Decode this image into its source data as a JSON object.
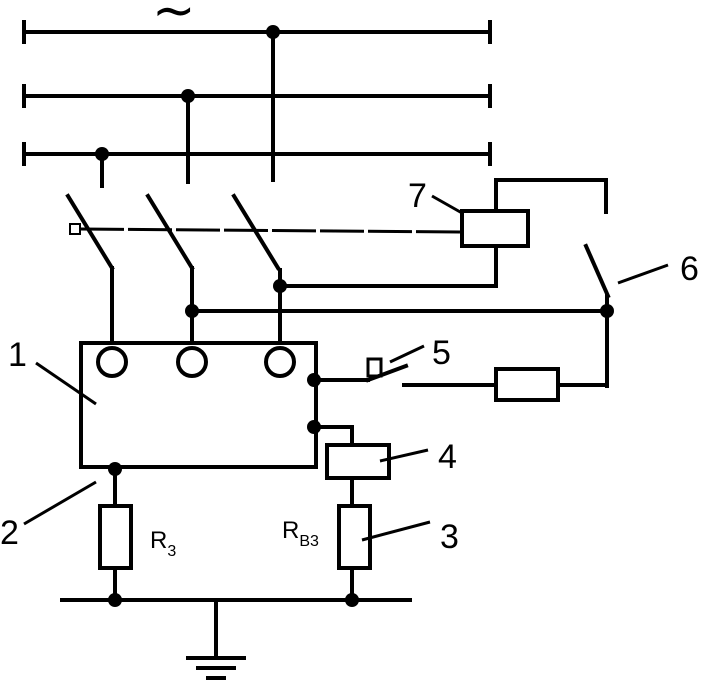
{
  "supply_symbol": "~",
  "labels": {
    "n1": "1",
    "n2": "2",
    "n3": "3",
    "n4": "4",
    "n5": "5",
    "n6": "6",
    "n7": "7"
  },
  "resistors": {
    "r3_main": "R",
    "r3_sub": "3",
    "rb3_main": "R",
    "rb3_sub": "B3"
  }
}
